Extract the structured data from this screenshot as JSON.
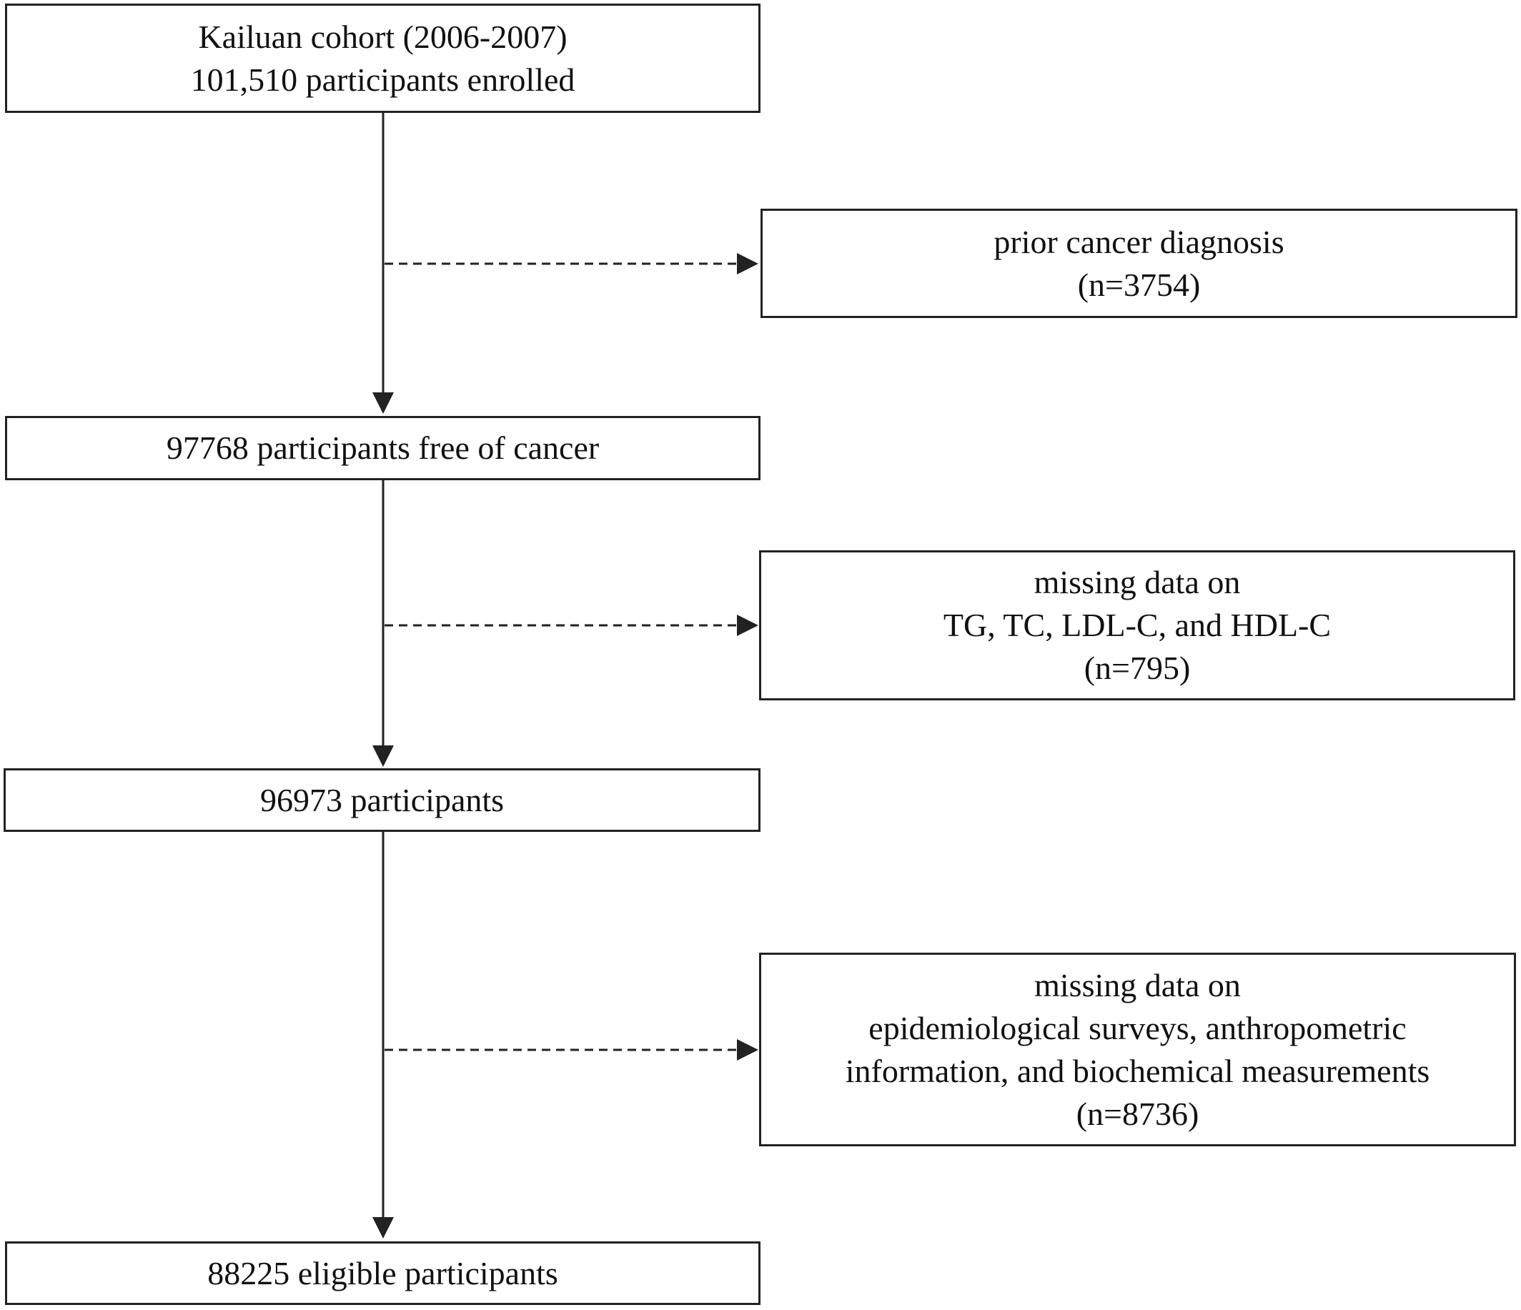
{
  "flowchart": {
    "main_steps": [
      {
        "lines": [
          "Kailuan cohort (2006-2007)",
          "101,510 participants enrolled"
        ]
      },
      {
        "lines": [
          "97768 participants free of cancer"
        ]
      },
      {
        "lines": [
          "96973 participants"
        ]
      },
      {
        "lines": [
          "88225 eligible participants"
        ]
      }
    ],
    "exclusions": [
      {
        "lines": [
          "prior cancer diagnosis",
          "(n=3754)"
        ]
      },
      {
        "lines": [
          "missing data on",
          "TG, TC, LDL-C, and HDL-C",
          "(n=795)"
        ]
      },
      {
        "lines": [
          "missing data on",
          "epidemiological surveys, anthropometric",
          "information, and biochemical measurements",
          "(n=8736)"
        ]
      }
    ],
    "colors": {
      "line": "#222222",
      "box_border": "#222222",
      "text": "#111111"
    }
  }
}
